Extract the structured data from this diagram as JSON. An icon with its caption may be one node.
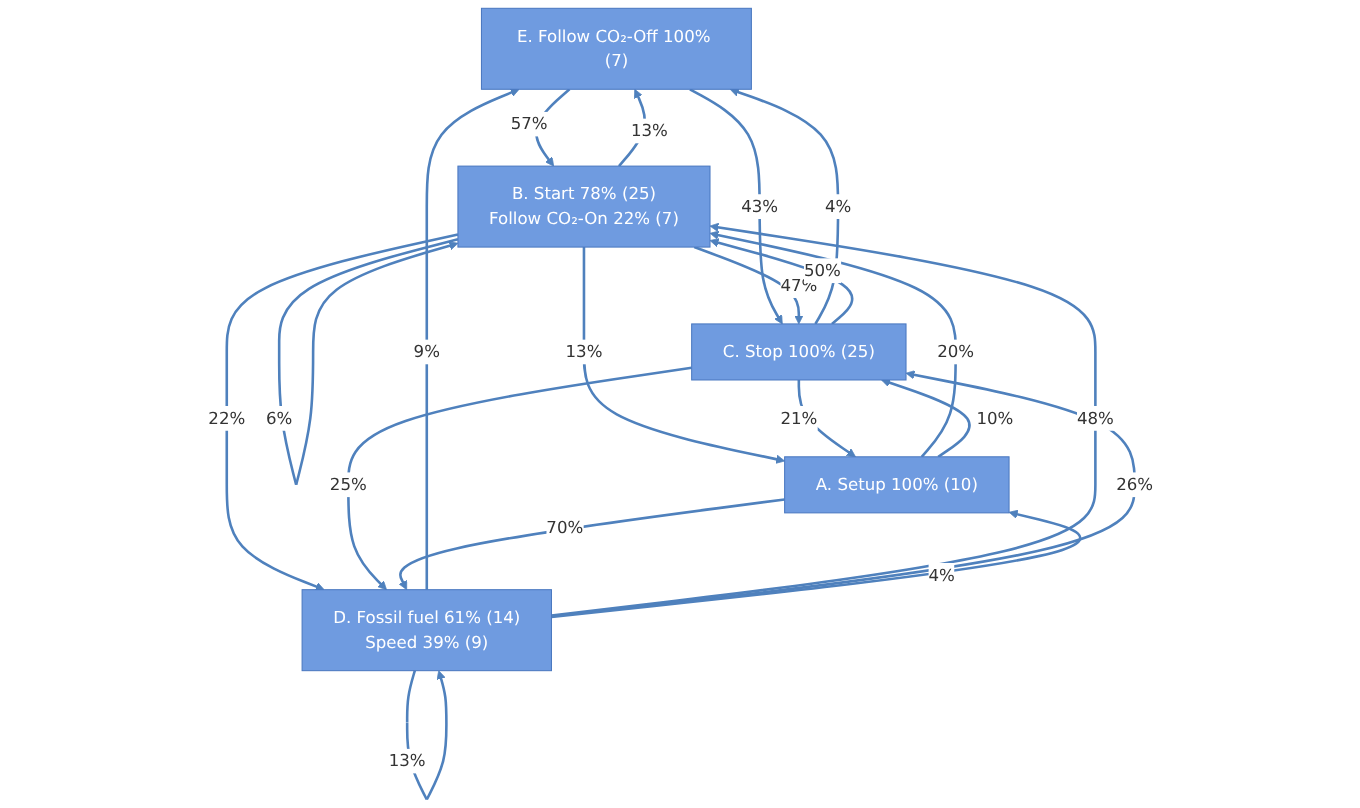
{
  "diagram": {
    "nodes": [
      {
        "text": [
          "E. Follow CO₂-Off 100% (7)"
        ]
      },
      {
        "text": [
          "B. Start 78% (25)",
          "Follow CO₂-On 22% (7)"
        ]
      },
      {
        "text": [
          "C. Stop 100% (25)"
        ]
      },
      {
        "text": [
          "A. Setup 100% (10)"
        ]
      },
      {
        "text": [
          "D. Fossil fuel 61% (14)",
          "Speed 39% (9)"
        ]
      }
    ],
    "edges": [
      {
        "from": 1,
        "to": 0,
        "arrow": "to",
        "label": "13%"
      },
      {
        "from": 0,
        "to": 1,
        "arrow": "to",
        "label": "57%"
      },
      {
        "from": 0,
        "to": 2,
        "arrow": "to",
        "label": "43%"
      },
      {
        "from": 2,
        "to": 0,
        "arrow": "to",
        "label": "4%"
      },
      {
        "from": 4,
        "to": 0,
        "arrow": "to",
        "label": "9%"
      },
      {
        "from": 1,
        "to": 2,
        "arrow": "to",
        "label": "47%"
      },
      {
        "from": 2,
        "to": 1,
        "arrow": "to",
        "label": "50%"
      },
      {
        "from": 1,
        "to": 1,
        "arrow": "to",
        "label": "6%"
      },
      {
        "from": 1,
        "to": 3,
        "arrow": "to",
        "label": "13%"
      },
      {
        "from": 3,
        "to": 1,
        "arrow": "to",
        "label": "20%"
      },
      {
        "from": 3,
        "to": 2,
        "arrow": "to",
        "label": "10%"
      },
      {
        "from": 4,
        "to": 1,
        "arrow": "to",
        "label": "48%"
      },
      {
        "from": 2,
        "to": 3,
        "arrow": "to",
        "label": "21%"
      },
      {
        "from": 1,
        "to": 4,
        "arrow": "to",
        "label": "22%"
      },
      {
        "from": 2,
        "to": 4,
        "arrow": "to",
        "label": "25%"
      },
      {
        "from": 4,
        "to": 2,
        "arrow": "to",
        "label": "26%"
      },
      {
        "from": 3,
        "to": 4,
        "arrow": "to",
        "label": "70%"
      },
      {
        "from": 4,
        "to": 3,
        "arrow": "to",
        "label": "4%"
      },
      {
        "from": 4,
        "to": 4,
        "arrow": "to",
        "label": "13%"
      }
    ]
  }
}
